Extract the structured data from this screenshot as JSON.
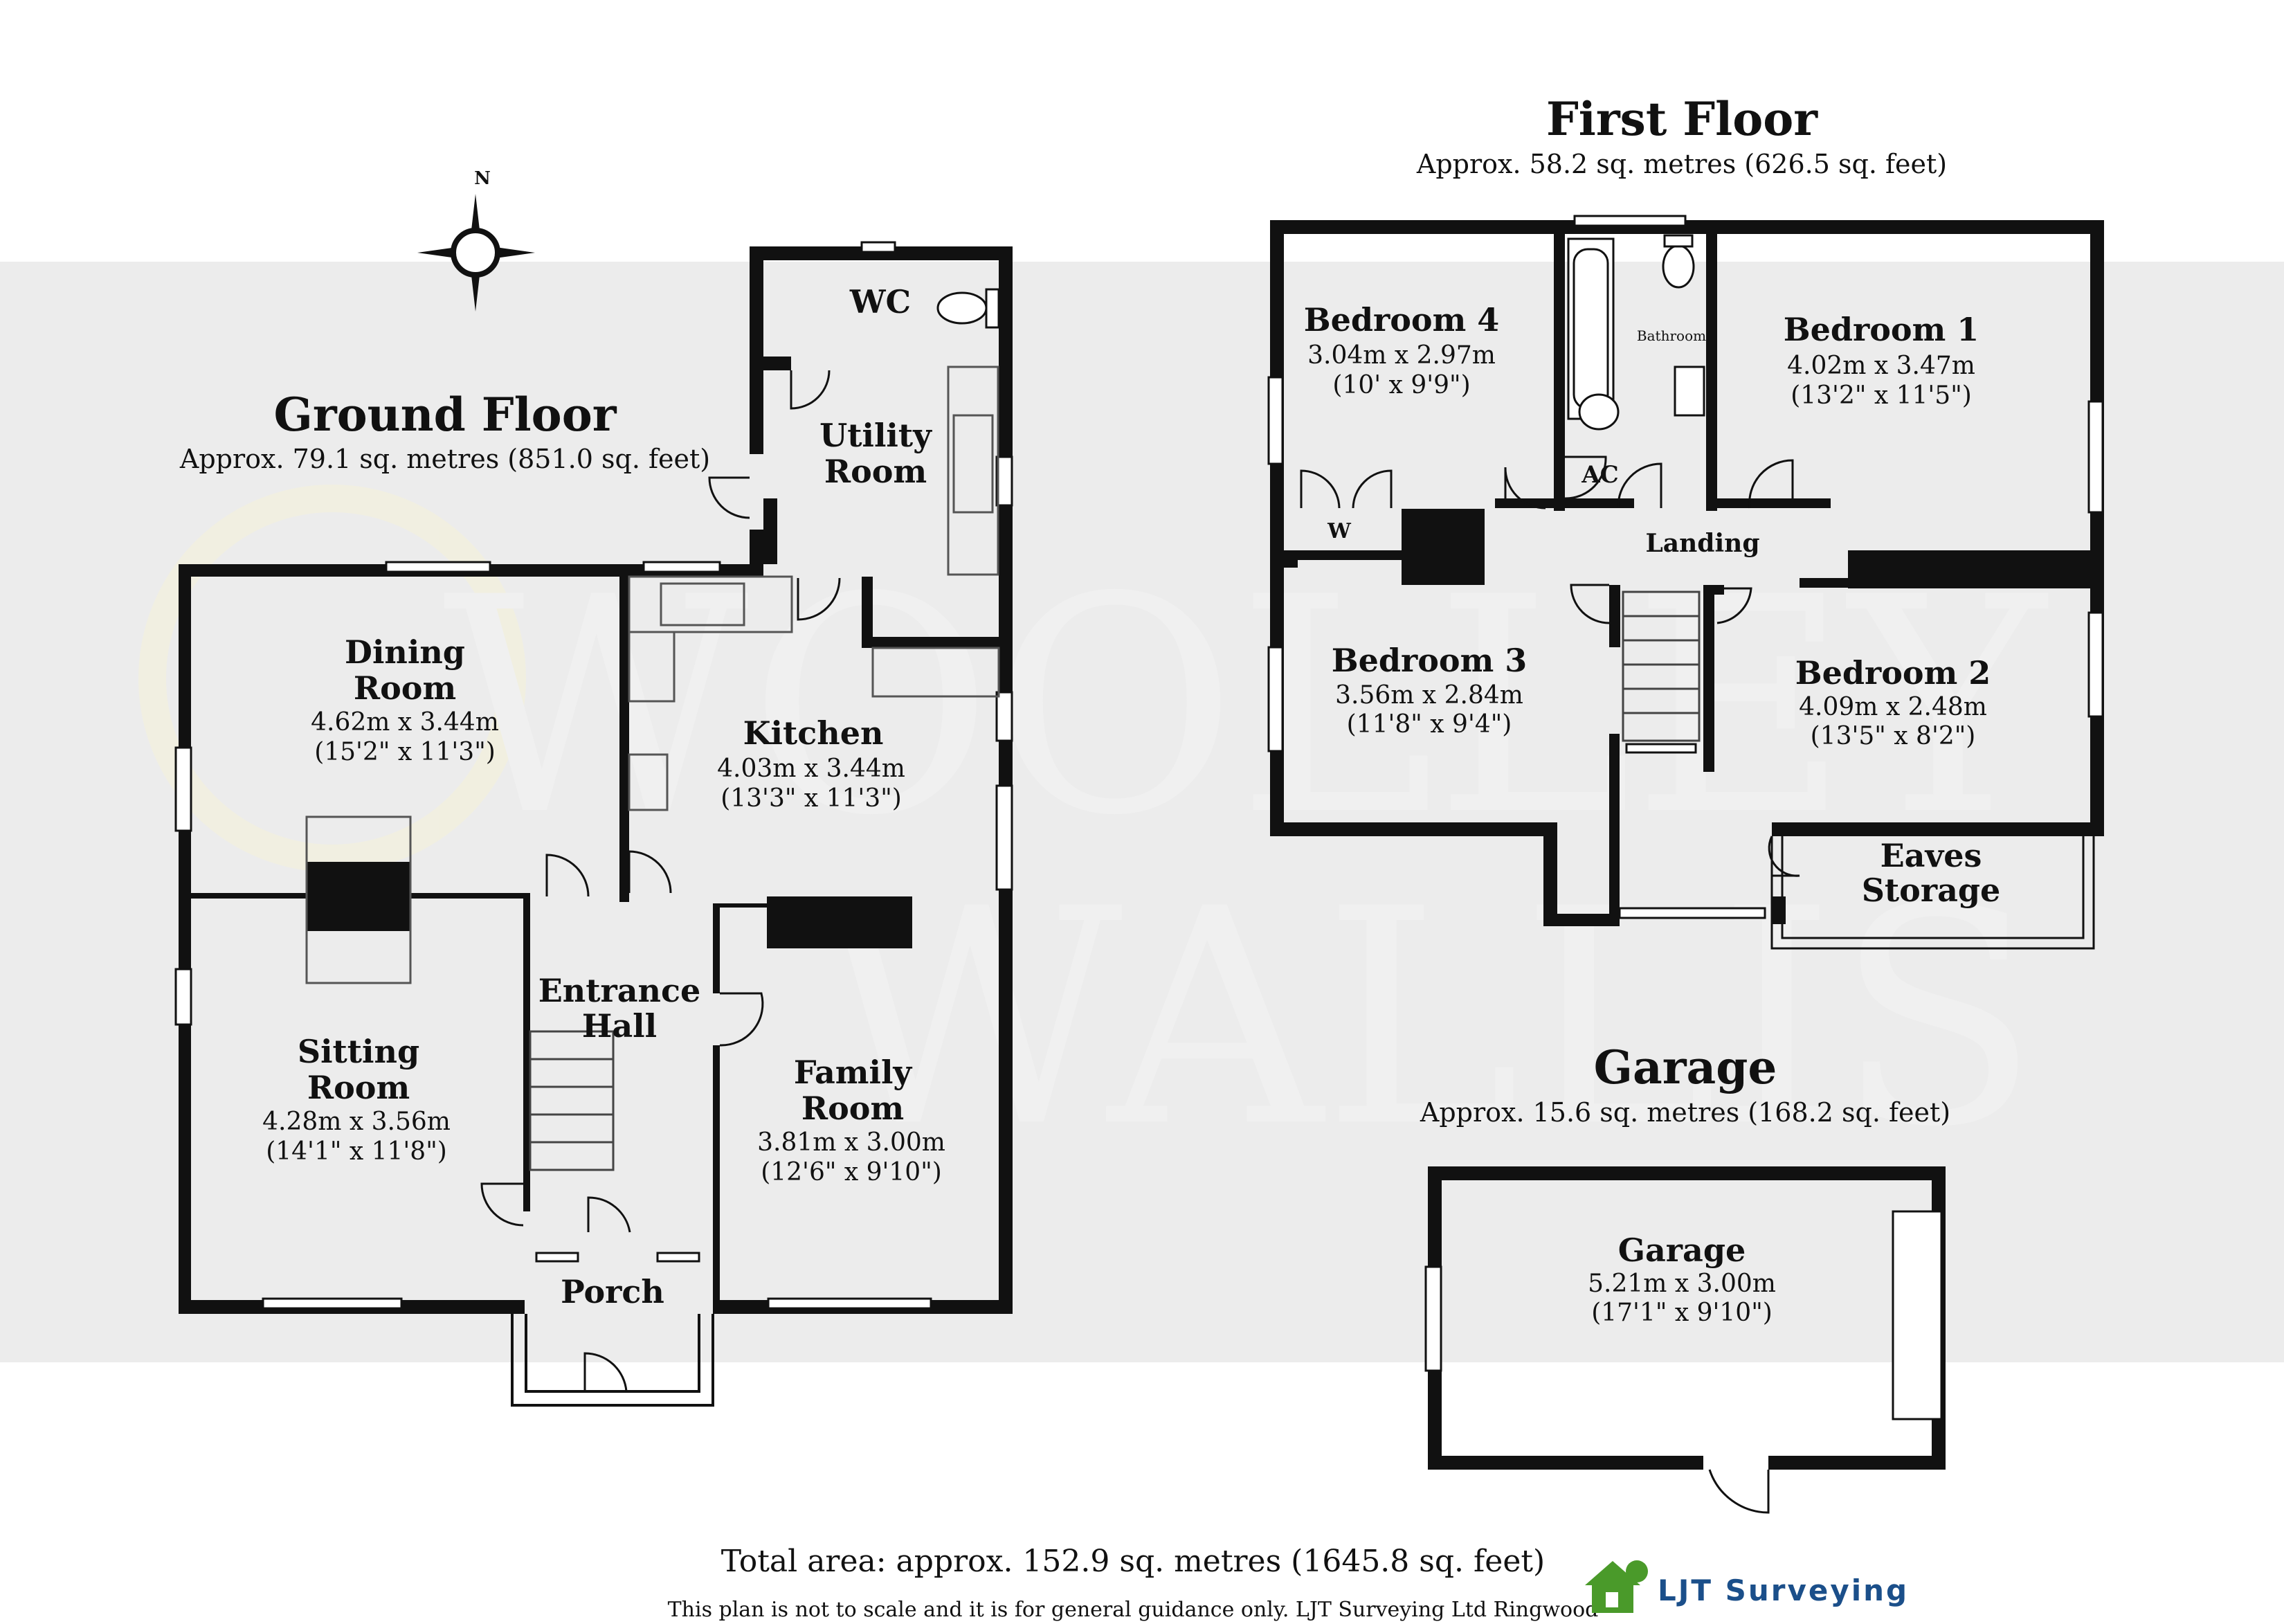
{
  "floors": {
    "ground": {
      "title": "Ground Floor",
      "area": "Approx. 79.1 sq. metres (851.0 sq. feet)"
    },
    "first": {
      "title": "First Floor",
      "area": "Approx. 58.2 sq. metres (626.5 sq. feet)"
    },
    "garage": {
      "title": "Garage",
      "area": "Approx. 15.6 sq. metres (168.2 sq. feet)"
    }
  },
  "compass": {
    "north": "N"
  },
  "rooms": {
    "wc": {
      "name": "WC"
    },
    "utility": {
      "name1": "Utility",
      "name2": "Room"
    },
    "dining": {
      "name1": "Dining",
      "name2": "Room",
      "metric": "4.62m x 3.44m",
      "imperial": "(15'2\" x 11'3\")"
    },
    "kitchen": {
      "name": "Kitchen",
      "metric": "4.03m x 3.44m",
      "imperial": "(13'3\" x 11'3\")"
    },
    "entrance": {
      "name1": "Entrance",
      "name2": "Hall"
    },
    "sitting": {
      "name1": "Sitting",
      "name2": "Room",
      "metric": "4.28m x 3.56m",
      "imperial": "(14'1\" x 11'8\")"
    },
    "family": {
      "name1": "Family",
      "name2": "Room",
      "metric": "3.81m x 3.00m",
      "imperial": "(12'6\" x 9'10\")"
    },
    "porch": {
      "name": "Porch"
    },
    "bed4": {
      "name": "Bedroom 4",
      "metric": "3.04m x 2.97m",
      "imperial": "(10' x 9'9\")"
    },
    "bed1": {
      "name": "Bedroom 1",
      "metric": "4.02m x 3.47m",
      "imperial": "(13'2\" x 11'5\")"
    },
    "bathroom": {
      "name": "Bathroom"
    },
    "ac": {
      "name": "AC"
    },
    "w": {
      "name": "W"
    },
    "landing": {
      "name": "Landing"
    },
    "bed3": {
      "name": "Bedroom 3",
      "metric": "3.56m x 2.84m",
      "imperial": "(11'8\" x 9'4\")"
    },
    "bed2": {
      "name": "Bedroom 2",
      "metric": "4.09m x 2.48m",
      "imperial": "(13'5\" x 8'2\")"
    },
    "eaves": {
      "name1": "Eaves",
      "name2": "Storage"
    },
    "garage": {
      "name": "Garage",
      "metric": "5.21m x 3.00m",
      "imperial": "(17'1\" x 9'10\")"
    }
  },
  "footer": {
    "total": "Total area: approx. 152.9 sq. metres (1645.8 sq. feet)",
    "disclaimer": "This plan is not to scale and it is for general guidance only. LJT Surveying Ltd Ringwood",
    "logo_text": "LJT Surveying"
  },
  "watermark": {
    "line1": "WOOLLEY",
    "line2": "WALLIS"
  },
  "colors": {
    "wall": "#111111",
    "band": "#ececec",
    "logo_green": "#4a9a2a",
    "logo_blue": "#1b4f8a"
  }
}
